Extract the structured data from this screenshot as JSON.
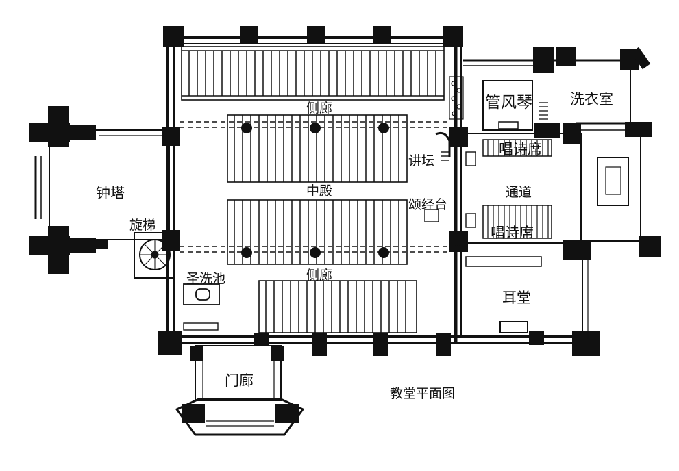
{
  "title": "教堂平面图",
  "labels": {
    "aisle_north": "侧廊",
    "nave": "中殿",
    "aisle_south": "侧廊",
    "bell_tower": "钟塔",
    "spiral_stair": "旋梯",
    "font": "圣洗池",
    "porch": "门廊",
    "pulpit": "讲坛",
    "lectern": "颂经台",
    "organ": "管风琴",
    "vestry": "洗衣室",
    "choir_north": "唱诗席",
    "choir_south": "唱诗席",
    "passage": "通道",
    "side_chapel": "耳堂"
  },
  "colors": {
    "ink": "#111111",
    "paper": "#ffffff"
  }
}
